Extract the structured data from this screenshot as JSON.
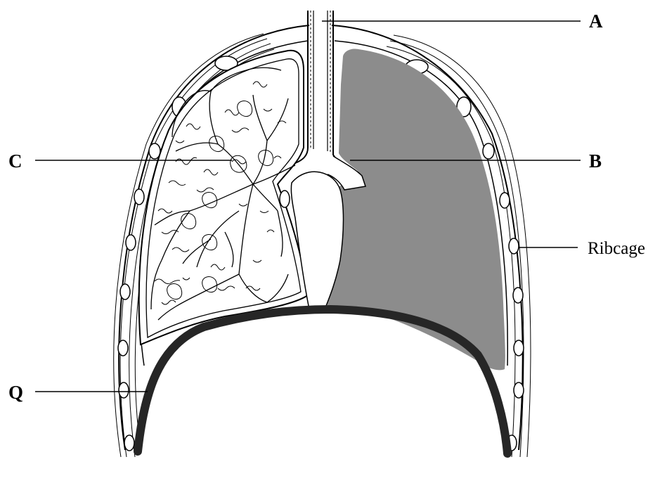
{
  "labels": {
    "a": "A",
    "b": "B",
    "c": "C",
    "q": "Q",
    "ribcage": "Ribcage"
  },
  "colors": {
    "line": "#000000",
    "shaded_lung": "#8c8c8c",
    "diaphragm": "#262626",
    "background": "#ffffff"
  }
}
